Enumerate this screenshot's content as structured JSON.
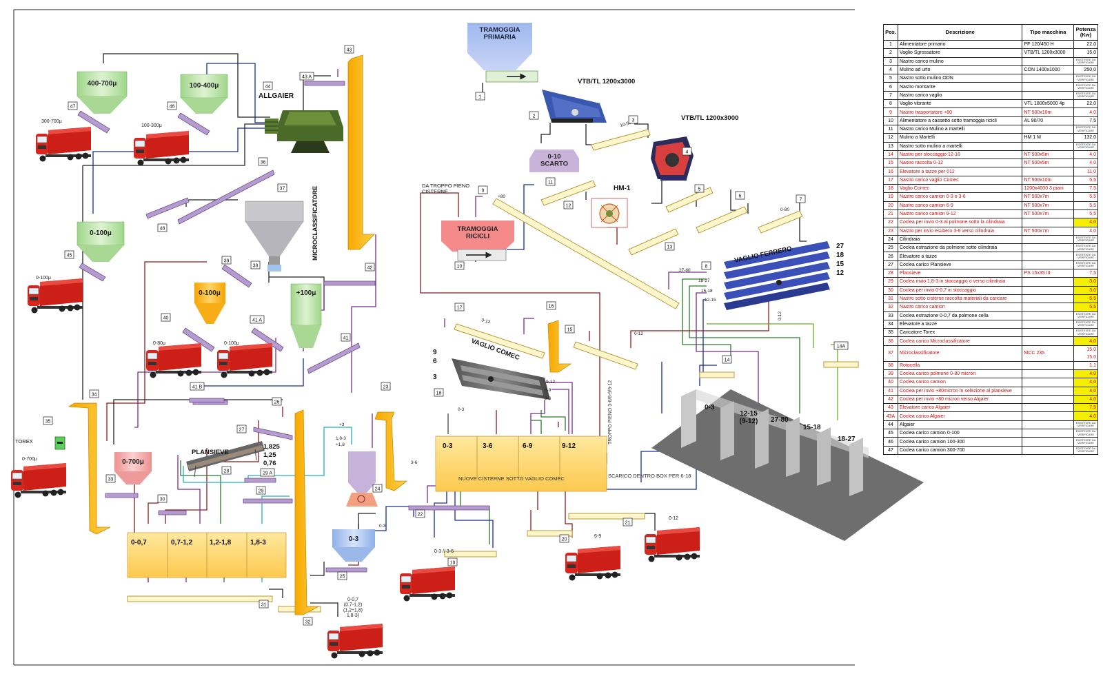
{
  "tanks": {
    "t400": {
      "label": "400-700μ"
    },
    "t100": {
      "label": "100-400μ"
    },
    "t0100a": {
      "label": "0-100μ"
    },
    "t0100b": {
      "label": "0-100μ"
    },
    "t100p": {
      "label": "+100μ"
    },
    "t0700": {
      "label": "0-700μ"
    },
    "t03": {
      "label": "0-3"
    }
  },
  "hoppers": {
    "primaria": {
      "label": "TRAMOGGIA\nPRIMARIA"
    },
    "scarto": {
      "label": "0-10\nSCARTO"
    },
    "ricicli": {
      "label": "TRAMOGGIA\nRICICLI"
    }
  },
  "labels": {
    "allgaier": "ALLGAIER",
    "microclass": "MICROCLASSIFICATORE",
    "vtb1": "VTB/TL 1200x3000",
    "vtb2": "VTB/TL 1200x3000",
    "hm1": "HM-1",
    "vaglio_ferrero": "VAGLIO FERRERO",
    "vaglio_comec": "VAGLIO COMEC",
    "plansieve": "PLANSIEVE",
    "torex": "TOREX",
    "da_troppo": "DA TROPPO PIENO\nCISTERNE",
    "nuove_cisterne": "NUOVE CISTERNE SOTTO VAGLIO COMEC",
    "scarico_box": "SCARICO DENTRO BOX PER 6-18",
    "troppo_pieno": "TROPPO PIENO 3-6/6-9/9-12",
    "plansieve_sizes": [
      "1,825",
      "1,25",
      "0,76"
    ],
    "ferrero_sizes": [
      "27",
      "18",
      "15",
      "12"
    ],
    "comec_sizes": [
      "9",
      "6",
      "3"
    ],
    "truck_small": {
      "t47": "300-700μ",
      "t46": "100-300μ",
      "t45": "0-100μ",
      "t40": "0-80μ",
      "t41a": "0-100μ",
      "t35": "0-700μ",
      "t32": "0-0,7\n(0,7-1,2)\n(1,2÷1,8)\n1,8-3)",
      "t19": "0-3 // 3-6",
      "t20": "6-9",
      "t21": "0-12"
    },
    "flows": {
      "f10500": "10-500",
      "fp80": "+80",
      "f080": "0-80",
      "f2780": "27-80",
      "f1827": "18-27",
      "f1518": "15-18",
      "f1215": "12-15",
      "f012a": "0-12",
      "f012b": "0-12",
      "f012c": "0-12",
      "f912": "9-12",
      "f69": "6-9",
      "f36a": "3-6",
      "f36b": "3-6",
      "f03a": "0-3",
      "f03b": "0-3",
      "fp3": "+3",
      "f183": "1,8-3",
      "fp18": "+1,8"
    }
  },
  "pos_tags": [
    "1",
    "2",
    "3",
    "4",
    "5",
    "6",
    "7",
    "8",
    "9",
    "10",
    "11",
    "12",
    "13",
    "14",
    "14A",
    "15",
    "16",
    "17",
    "18",
    "19",
    "20",
    "21",
    "22",
    "23",
    "24",
    "25",
    "26",
    "27",
    "28",
    "29",
    "29 A",
    "30",
    "31",
    "32",
    "33",
    "34",
    "35",
    "36",
    "37",
    "38",
    "39",
    "40",
    "41",
    "41 A",
    "41 B",
    "42",
    "43",
    "43 A",
    "44",
    "45",
    "46",
    "47",
    "48"
  ],
  "cisterne_comec": [
    "0-3",
    "3-6",
    "6-9",
    "9-12"
  ],
  "cisterne_plansieve": [
    "0-0,7",
    "0,7-1,2",
    "1,2-1,8",
    "1,8-3"
  ],
  "box_bays": [
    "0-3",
    "12-15\n(9-12)",
    "27-80",
    "15-18",
    "18-27"
  ],
  "table": {
    "headers": [
      "Pos.",
      "Descrizione",
      "Tipo macchina",
      "Potenza\n(Kw)"
    ],
    "esistente": "ESISTENTE DA\nVERIFICARE",
    "rows": [
      {
        "p": "1",
        "d": "Alimentatore primario",
        "t": "PF 120/450 H",
        "k": "22,0",
        "red": false,
        "hl": false,
        "ex": false
      },
      {
        "p": "2",
        "d": "Vaglio Sgrossatore",
        "t": "VTB/TL 1200x3000",
        "k": "15,0",
        "red": false,
        "hl": false,
        "ex": false
      },
      {
        "p": "3",
        "d": "Nastro carico mulino",
        "t": "",
        "k": "",
        "red": false,
        "hl": false,
        "ex": true
      },
      {
        "p": "4",
        "d": "Mulino ad urto",
        "t": "CON 1400x1000",
        "k": "250,0",
        "red": false,
        "hl": false,
        "ex": false
      },
      {
        "p": "5",
        "d": "Nastro sotto mulino ODN",
        "t": "",
        "k": "",
        "red": false,
        "hl": false,
        "ex": true
      },
      {
        "p": "6",
        "d": "Nastro montante",
        "t": "",
        "k": "",
        "red": false,
        "hl": false,
        "ex": true
      },
      {
        "p": "7",
        "d": "Nastro carico vaglio",
        "t": "",
        "k": "",
        "red": false,
        "hl": false,
        "ex": true
      },
      {
        "p": "8",
        "d": "Vaglio vibrante",
        "t": "VTL 1800x5000 4p",
        "k": "22,0",
        "red": false,
        "hl": false,
        "ex": false
      },
      {
        "p": "9",
        "d": "Nastro trasportatore +80",
        "t": "NT 500x10m",
        "k": "4,0",
        "red": true,
        "hl": false,
        "ex": false
      },
      {
        "p": "10",
        "d": "Alimentatore a cassetto sotto tramoggia ricicli",
        "t": "AL 90/70",
        "k": "7,5",
        "red": false,
        "hl": false,
        "ex": false
      },
      {
        "p": "11",
        "d": "Nastro carico Mulino a martelli",
        "t": "",
        "k": "",
        "red": false,
        "hl": false,
        "ex": true
      },
      {
        "p": "12",
        "d": "Mulino a Martelli",
        "t": "HM 1 M",
        "k": "132,0",
        "red": false,
        "hl": false,
        "ex": false
      },
      {
        "p": "13",
        "d": "Nastro sotto mulino a martelli",
        "t": "",
        "k": "",
        "red": false,
        "hl": false,
        "ex": true
      },
      {
        "p": "14",
        "d": "Nastro per stoccaggio 12-18",
        "t": "NT 500x5m",
        "k": "4,0",
        "red": true,
        "hl": false,
        "ex": false
      },
      {
        "p": "15",
        "d": "Nastro raccolta 0-12",
        "t": "NT 500x5m",
        "k": "4,0",
        "red": true,
        "hl": false,
        "ex": false
      },
      {
        "p": "16",
        "d": "Elevatore a tazze per 012",
        "t": "",
        "k": "11,0",
        "red": true,
        "hl": false,
        "ex": false
      },
      {
        "p": "17",
        "d": "Nastro carico vaglio Comec",
        "t": "NT 500x10m",
        "k": "5,5",
        "red": true,
        "hl": false,
        "ex": false
      },
      {
        "p": "18",
        "d": "Vaglio Comec",
        "t": "1200x4000 3 piani",
        "k": "7,5",
        "red": true,
        "hl": false,
        "ex": false
      },
      {
        "p": "19",
        "d": "Nastro carico camion 0-3 o 3-6",
        "t": "NT 500x7m",
        "k": "5,5",
        "red": true,
        "hl": false,
        "ex": false
      },
      {
        "p": "20",
        "d": "Nastro carico camion 6-9",
        "t": "NT 500x7m",
        "k": "5,5",
        "red": true,
        "hl": false,
        "ex": false
      },
      {
        "p": "21",
        "d": "Nastro carico camion 9-12",
        "t": "NT 500x7m",
        "k": "5,5",
        "red": true,
        "hl": false,
        "ex": false
      },
      {
        "p": "22",
        "d": "Coclea per invio 0-3 al polmone sotto la cilindraia",
        "t": "",
        "k": "4,0",
        "red": true,
        "hl": true,
        "ex": false
      },
      {
        "p": "23",
        "d": "Nastro per invio esubero 3-6 verso cilindraia",
        "t": "NT 500x7m",
        "k": "4,0",
        "red": true,
        "hl": false,
        "ex": false
      },
      {
        "p": "24",
        "d": "Cilindraia",
        "t": "",
        "k": "",
        "red": false,
        "hl": false,
        "ex": true
      },
      {
        "p": "25",
        "d": "Coclea estrazione da polmone sotto cilindraia",
        "t": "",
        "k": "",
        "red": false,
        "hl": false,
        "ex": true
      },
      {
        "p": "26",
        "d": "Elevatore a tazze",
        "t": "",
        "k": "",
        "red": false,
        "hl": false,
        "ex": true
      },
      {
        "p": "27",
        "d": "Coclea carico Plansieve",
        "t": "",
        "k": "",
        "red": false,
        "hl": false,
        "ex": true
      },
      {
        "p": "28",
        "d": "Plansieve",
        "t": "PS 15x35 III",
        "k": "7,5",
        "red": true,
        "hl": false,
        "ex": false
      },
      {
        "p": "29",
        "d": "Coclea invio 1,8-3 in stoccaggio o verso cilindraia",
        "t": "",
        "k": "3,0",
        "red": true,
        "hl": true,
        "ex": false
      },
      {
        "p": "30",
        "d": "Coclea per invio 0-0,7 in stoccaggio",
        "t": "",
        "k": "3,0",
        "red": true,
        "hl": true,
        "ex": false
      },
      {
        "p": "31",
        "d": "Nastro sotto cisterne raccolta materiali da caricare",
        "t": "",
        "k": "5,5",
        "red": true,
        "hl": true,
        "ex": false
      },
      {
        "p": "32",
        "d": "Nastro carico camion",
        "t": "",
        "k": "5,5",
        "red": true,
        "hl": true,
        "ex": false
      },
      {
        "p": "33",
        "d": "Coclea estrazione 0-0,7 da polmone cella",
        "t": "",
        "k": "",
        "red": false,
        "hl": false,
        "ex": true
      },
      {
        "p": "34",
        "d": "Elevatore a tazze",
        "t": "",
        "k": "",
        "red": false,
        "hl": false,
        "ex": true
      },
      {
        "p": "35",
        "d": "Caricatore Torex",
        "t": "",
        "k": "",
        "red": false,
        "hl": false,
        "ex": true
      },
      {
        "p": "36",
        "d": "Coclea carico Microclassificatore",
        "t": "",
        "k": "4,0",
        "red": true,
        "hl": true,
        "ex": false
      },
      {
        "p": "37",
        "d": "Microclassificatore",
        "t": "MCC 235",
        "k": "15,0\n15,0",
        "red": true,
        "hl": false,
        "ex": false
      },
      {
        "p": "38",
        "d": "Rotocella",
        "t": "",
        "k": "1,1",
        "red": true,
        "hl": false,
        "ex": false
      },
      {
        "p": "39",
        "d": "Coclea carico polmone 0-80 micron",
        "t": "",
        "k": "4,0",
        "red": true,
        "hl": true,
        "ex": false
      },
      {
        "p": "40",
        "d": "Coclea carico camion",
        "t": "",
        "k": "4,0",
        "red": true,
        "hl": true,
        "ex": false
      },
      {
        "p": "41",
        "d": "Coclea per invio +80micron in selezione al plansieve",
        "t": "",
        "k": "4,0",
        "red": true,
        "hl": true,
        "ex": false
      },
      {
        "p": "42",
        "d": "Coclea per invio +80 micron verso Algaier",
        "t": "",
        "k": "4,0",
        "red": true,
        "hl": true,
        "ex": false
      },
      {
        "p": "43",
        "d": "Elevatore carico Algaier",
        "t": "",
        "k": "7,5",
        "red": true,
        "hl": true,
        "ex": false
      },
      {
        "p": "43A",
        "d": "Coclea carico Algaier",
        "t": "",
        "k": "4,0",
        "red": true,
        "hl": true,
        "ex": false
      },
      {
        "p": "44",
        "d": "Algaier",
        "t": "",
        "k": "",
        "red": false,
        "hl": false,
        "ex": true
      },
      {
        "p": "45",
        "d": "Coclea carico camion 0-100",
        "t": "",
        "k": "",
        "red": false,
        "hl": false,
        "ex": true
      },
      {
        "p": "46",
        "d": "Coclea carico camion 100-300",
        "t": "",
        "k": "",
        "red": false,
        "hl": false,
        "ex": true
      },
      {
        "p": "47",
        "d": "Coclea carico camion 300-700",
        "t": "",
        "k": "",
        "red": false,
        "hl": false,
        "ex": true
      }
    ]
  },
  "colors": {
    "green_tank": "#b6e0a0",
    "orange_tank": "#f9b21a",
    "salmon_tank": "#f4a0a0",
    "blue_tank": "#a8c4ee",
    "hopper_violet": "#c9b3d8",
    "elevator": "#f8b714",
    "cistern": "#fddc80",
    "conveyor_violet": "#b59bcf",
    "truck_red": "#d8261c",
    "ferrero_blue": "#3a50b8",
    "table_red": "#d01010",
    "highlight": "#f4ee00"
  }
}
